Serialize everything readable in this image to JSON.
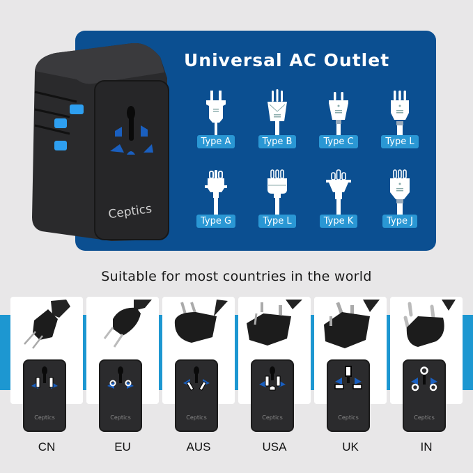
{
  "panel": {
    "title": "Universal AC Outlet",
    "background_color": "#0b4f91",
    "label_color": "#2a97d4",
    "plug_types": [
      {
        "label": "Type A",
        "icon": "plug-type-a-icon"
      },
      {
        "label": "Type B",
        "icon": "plug-type-b-icon"
      },
      {
        "label": "Type C",
        "icon": "plug-type-c-icon"
      },
      {
        "label": "Type L",
        "icon": "plug-type-l-icon"
      },
      {
        "label": "Type G",
        "icon": "plug-type-g-icon"
      },
      {
        "label": "Type L",
        "icon": "plug-type-l-icon"
      },
      {
        "label": "Type K",
        "icon": "plug-type-k-icon"
      },
      {
        "label": "Type J",
        "icon": "plug-type-j-icon"
      }
    ]
  },
  "product": {
    "brand": "Ceptics",
    "accent_color": "#2a97e0"
  },
  "tagline": "Suitable for most countries in the world",
  "strip_color": "#1d97d1",
  "countries": [
    {
      "label": "CN",
      "brand": "Ceptics",
      "pins": "two-flat"
    },
    {
      "label": "EU",
      "brand": "Ceptics",
      "pins": "two-round"
    },
    {
      "label": "AUS",
      "brand": "Ceptics",
      "pins": "angled"
    },
    {
      "label": "USA",
      "brand": "Ceptics",
      "pins": "two-flat-ground"
    },
    {
      "label": "UK",
      "brand": "Ceptics",
      "pins": "three-rect"
    },
    {
      "label": "IN",
      "brand": "Ceptics",
      "pins": "three-round"
    }
  ]
}
